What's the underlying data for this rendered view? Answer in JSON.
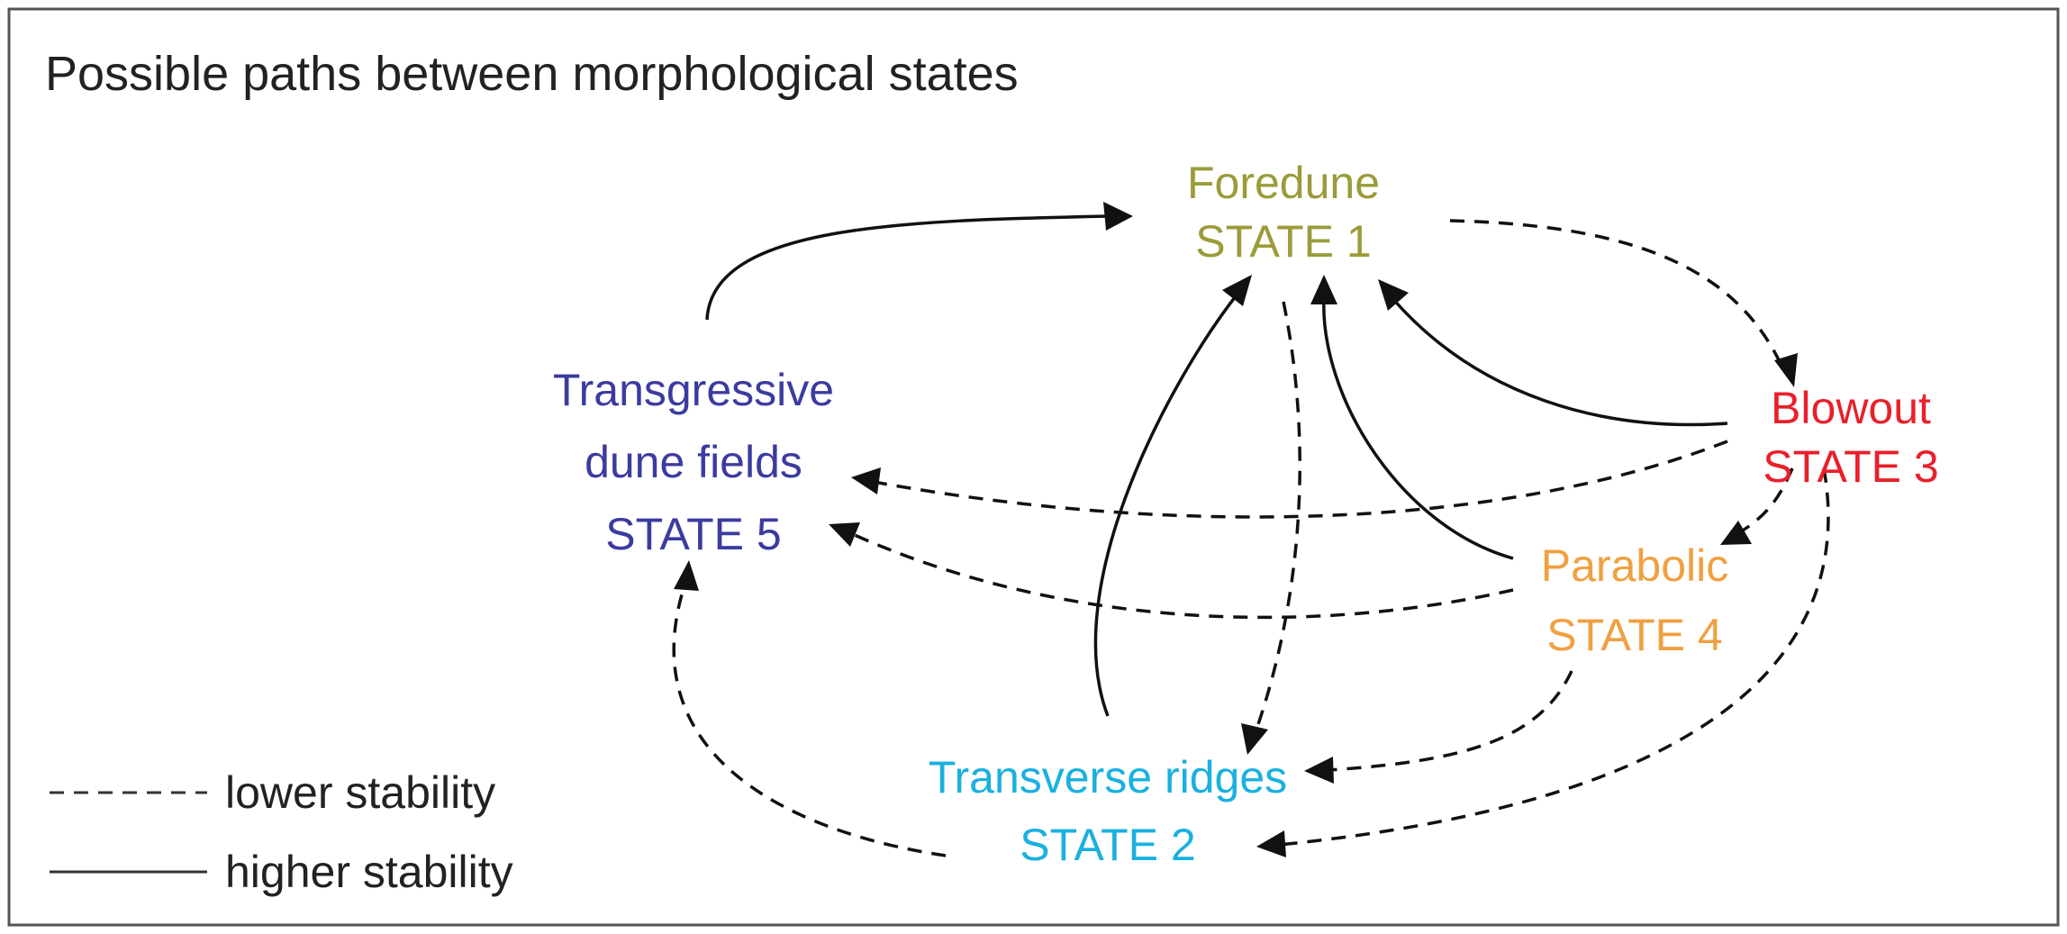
{
  "title": "Possible paths between morphological states",
  "colors": {
    "state1": "#9b9b3a",
    "state2": "#1ab0e0",
    "state3": "#e8202a",
    "state4": "#f0a040",
    "state5": "#3b3ba0",
    "arrow": "#111111"
  },
  "states": {
    "s1": {
      "name": "Foredune",
      "label": "STATE 1"
    },
    "s2": {
      "name": "Transverse ridges",
      "label": "STATE 2"
    },
    "s3": {
      "name": "Blowout",
      "label": "STATE 3"
    },
    "s4": {
      "name": "Parabolic",
      "label": "STATE 4"
    },
    "s5": {
      "name_line1": "Transgressive",
      "name_line2": "dune fields",
      "label": "STATE 5"
    }
  },
  "legend": {
    "dashed_label": "lower stability",
    "solid_label": "higher stability"
  },
  "edges": [
    {
      "from": "STATE 5",
      "to": "STATE 1",
      "style": "solid"
    },
    {
      "from": "STATE 1",
      "to": "STATE 3",
      "style": "dashed"
    },
    {
      "from": "STATE 3",
      "to": "STATE 1",
      "style": "solid"
    },
    {
      "from": "STATE 4",
      "to": "STATE 1",
      "style": "solid"
    },
    {
      "from": "STATE 2",
      "to": "STATE 1",
      "style": "solid"
    },
    {
      "from": "STATE 1",
      "to": "STATE 2",
      "style": "dashed"
    },
    {
      "from": "STATE 3",
      "to": "STATE 5",
      "style": "dashed"
    },
    {
      "from": "STATE 4",
      "to": "STATE 5",
      "style": "dashed"
    },
    {
      "from": "STATE 3",
      "to": "STATE 4",
      "style": "dashed"
    },
    {
      "from": "STATE 4",
      "to": "STATE 2",
      "style": "dashed"
    },
    {
      "from": "STATE 3",
      "to": "STATE 2",
      "style": "dashed"
    },
    {
      "from": "STATE 2",
      "to": "STATE 5",
      "style": "dashed"
    }
  ]
}
